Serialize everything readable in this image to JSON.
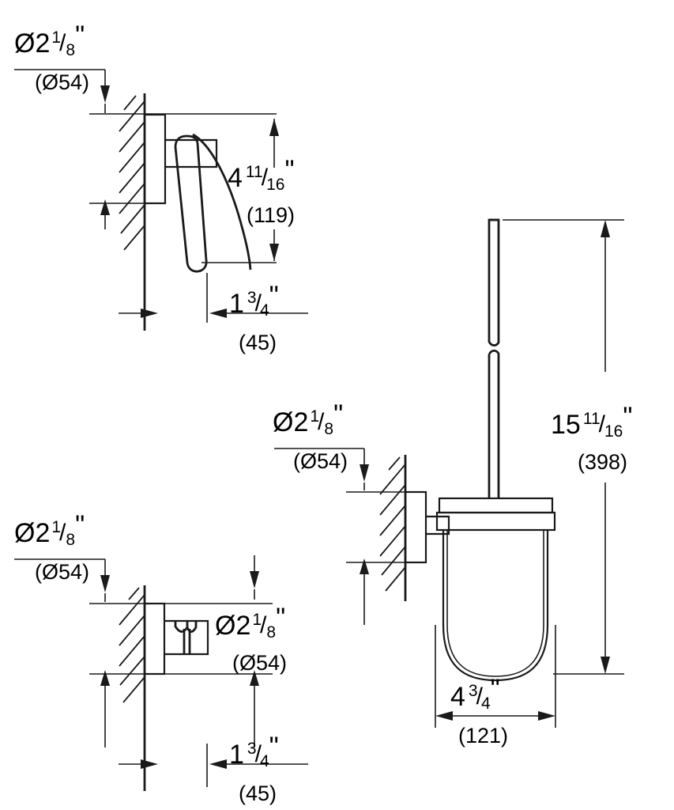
{
  "drawing": {
    "type": "technical-dimension-drawing",
    "background_color": "#ffffff",
    "line_color": "#1a1a1a",
    "units_note": "imperial primary with metric in parentheses (mm)"
  },
  "views": {
    "toilet_paper_holder": {
      "name": "toilet-paper-holder-view",
      "dimensions": {
        "rosette_diameter": {
          "whole": "Ø2",
          "num": "1",
          "den": "8",
          "quote": "\"",
          "metric": "(Ø54)"
        },
        "height": {
          "whole": "4",
          "num": "11",
          "den": "16",
          "quote": "\"",
          "metric": "(119)"
        },
        "projection": {
          "whole": "1",
          "num": "3",
          "den": "4",
          "quote": "\"",
          "metric": "(45)"
        }
      }
    },
    "robe_hook": {
      "name": "robe-hook-view",
      "dimensions": {
        "rosette_diameter": {
          "whole": "Ø2",
          "num": "1",
          "den": "8",
          "quote": "\"",
          "metric": "(Ø54)"
        },
        "rosette_diameter_2": {
          "whole": "Ø2",
          "num": "1",
          "den": "8",
          "quote": "\"",
          "metric": "(Ø54)"
        },
        "projection": {
          "whole": "1",
          "num": "3",
          "den": "4",
          "quote": "\"",
          "metric": "(45)"
        }
      }
    },
    "toilet_brush_set": {
      "name": "toilet-brush-set-view",
      "dimensions": {
        "rosette_diameter": {
          "whole": "Ø2",
          "num": "1",
          "den": "8",
          "quote": "\"",
          "metric": "(Ø54)"
        },
        "total_height": {
          "whole": "15",
          "num": "11",
          "den": "16",
          "quote": "\"",
          "metric": "(398)"
        },
        "width": {
          "whole": "4",
          "num": "3",
          "den": "4",
          "quote": "\"",
          "metric": "(121)"
        }
      }
    }
  }
}
